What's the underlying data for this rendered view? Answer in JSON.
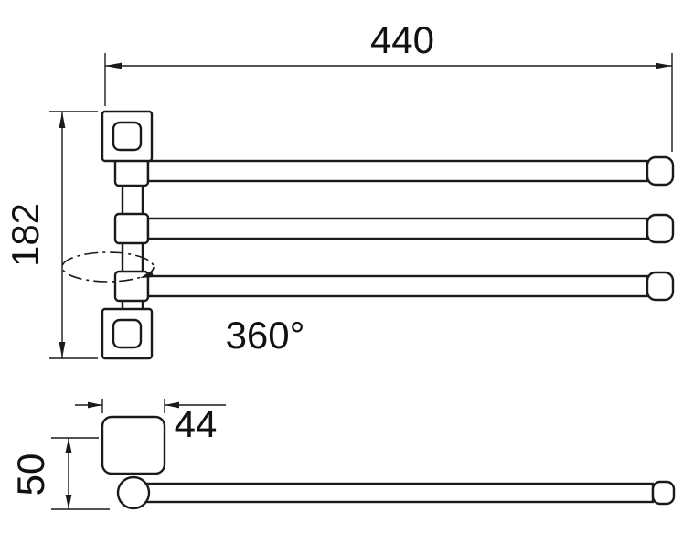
{
  "drawing": {
    "background_color": "#ffffff",
    "line_color": "#1a1a1a",
    "dimensions": {
      "overall_width": "440",
      "overall_height": "182",
      "swivel_angle": "360°",
      "mount_width": "44",
      "profile_height": "50"
    }
  }
}
